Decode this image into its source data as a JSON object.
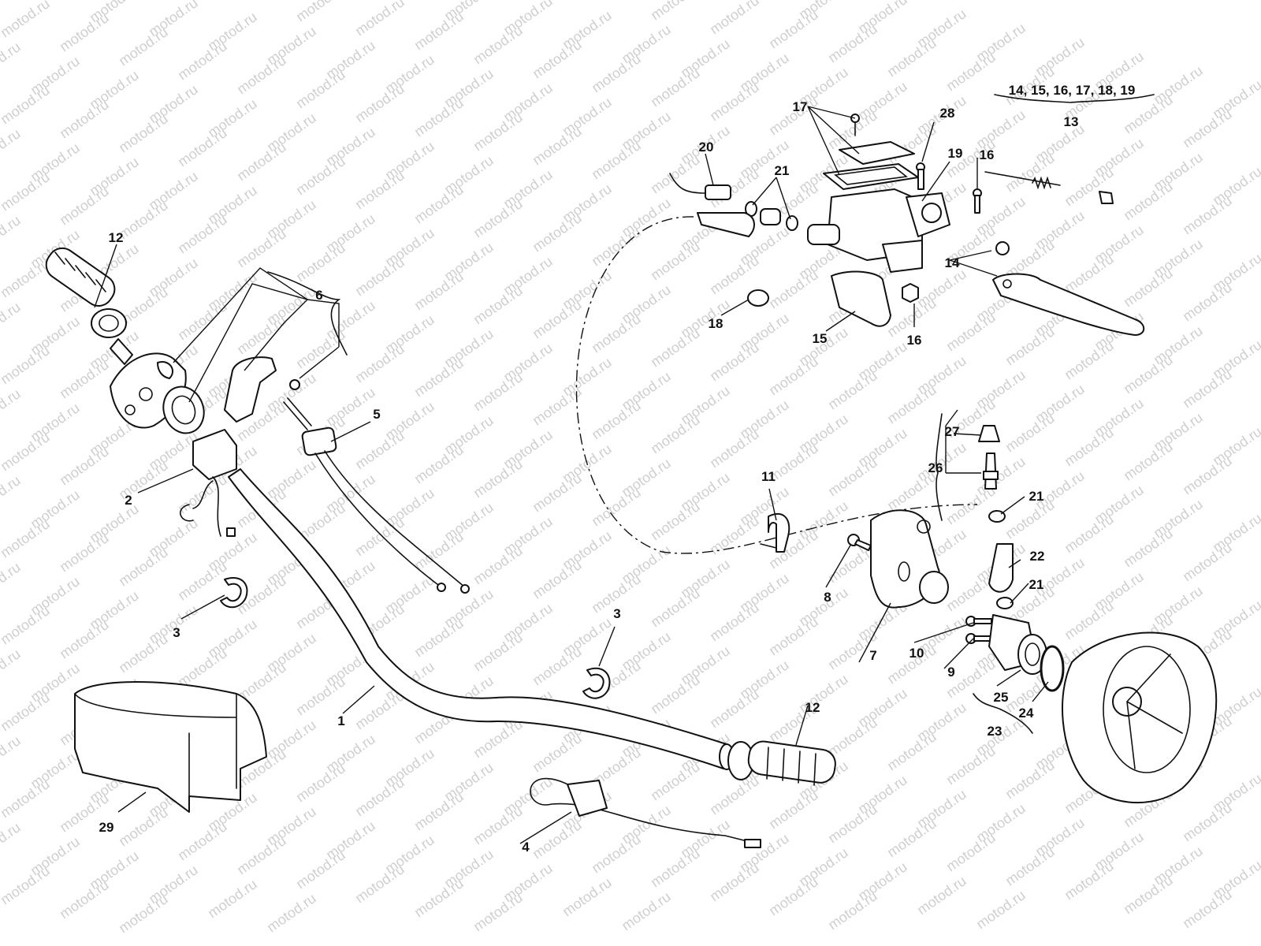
{
  "watermark": "motod.ru",
  "callouts": {
    "c1": "1",
    "c2": "2",
    "c3a": "3",
    "c3b": "3",
    "c4": "4",
    "c5": "5",
    "c6": "6",
    "c7": "7",
    "c8": "8",
    "c9": "9",
    "c10": "10",
    "c11": "11",
    "c12a": "12",
    "c12b": "12",
    "c13": "13",
    "c13group": "14, 15, 16, 17, 18, 19",
    "c14": "14",
    "c15": "15",
    "c16a": "16",
    "c16b": "16",
    "c17": "17",
    "c18": "18",
    "c19": "19",
    "c20": "20",
    "c21a": "21",
    "c21b": "21",
    "c21c": "21",
    "c22": "22",
    "c23": "23",
    "c24": "24",
    "c25": "25",
    "c26": "26",
    "c27": "27",
    "c28": "28",
    "c29": "29"
  }
}
